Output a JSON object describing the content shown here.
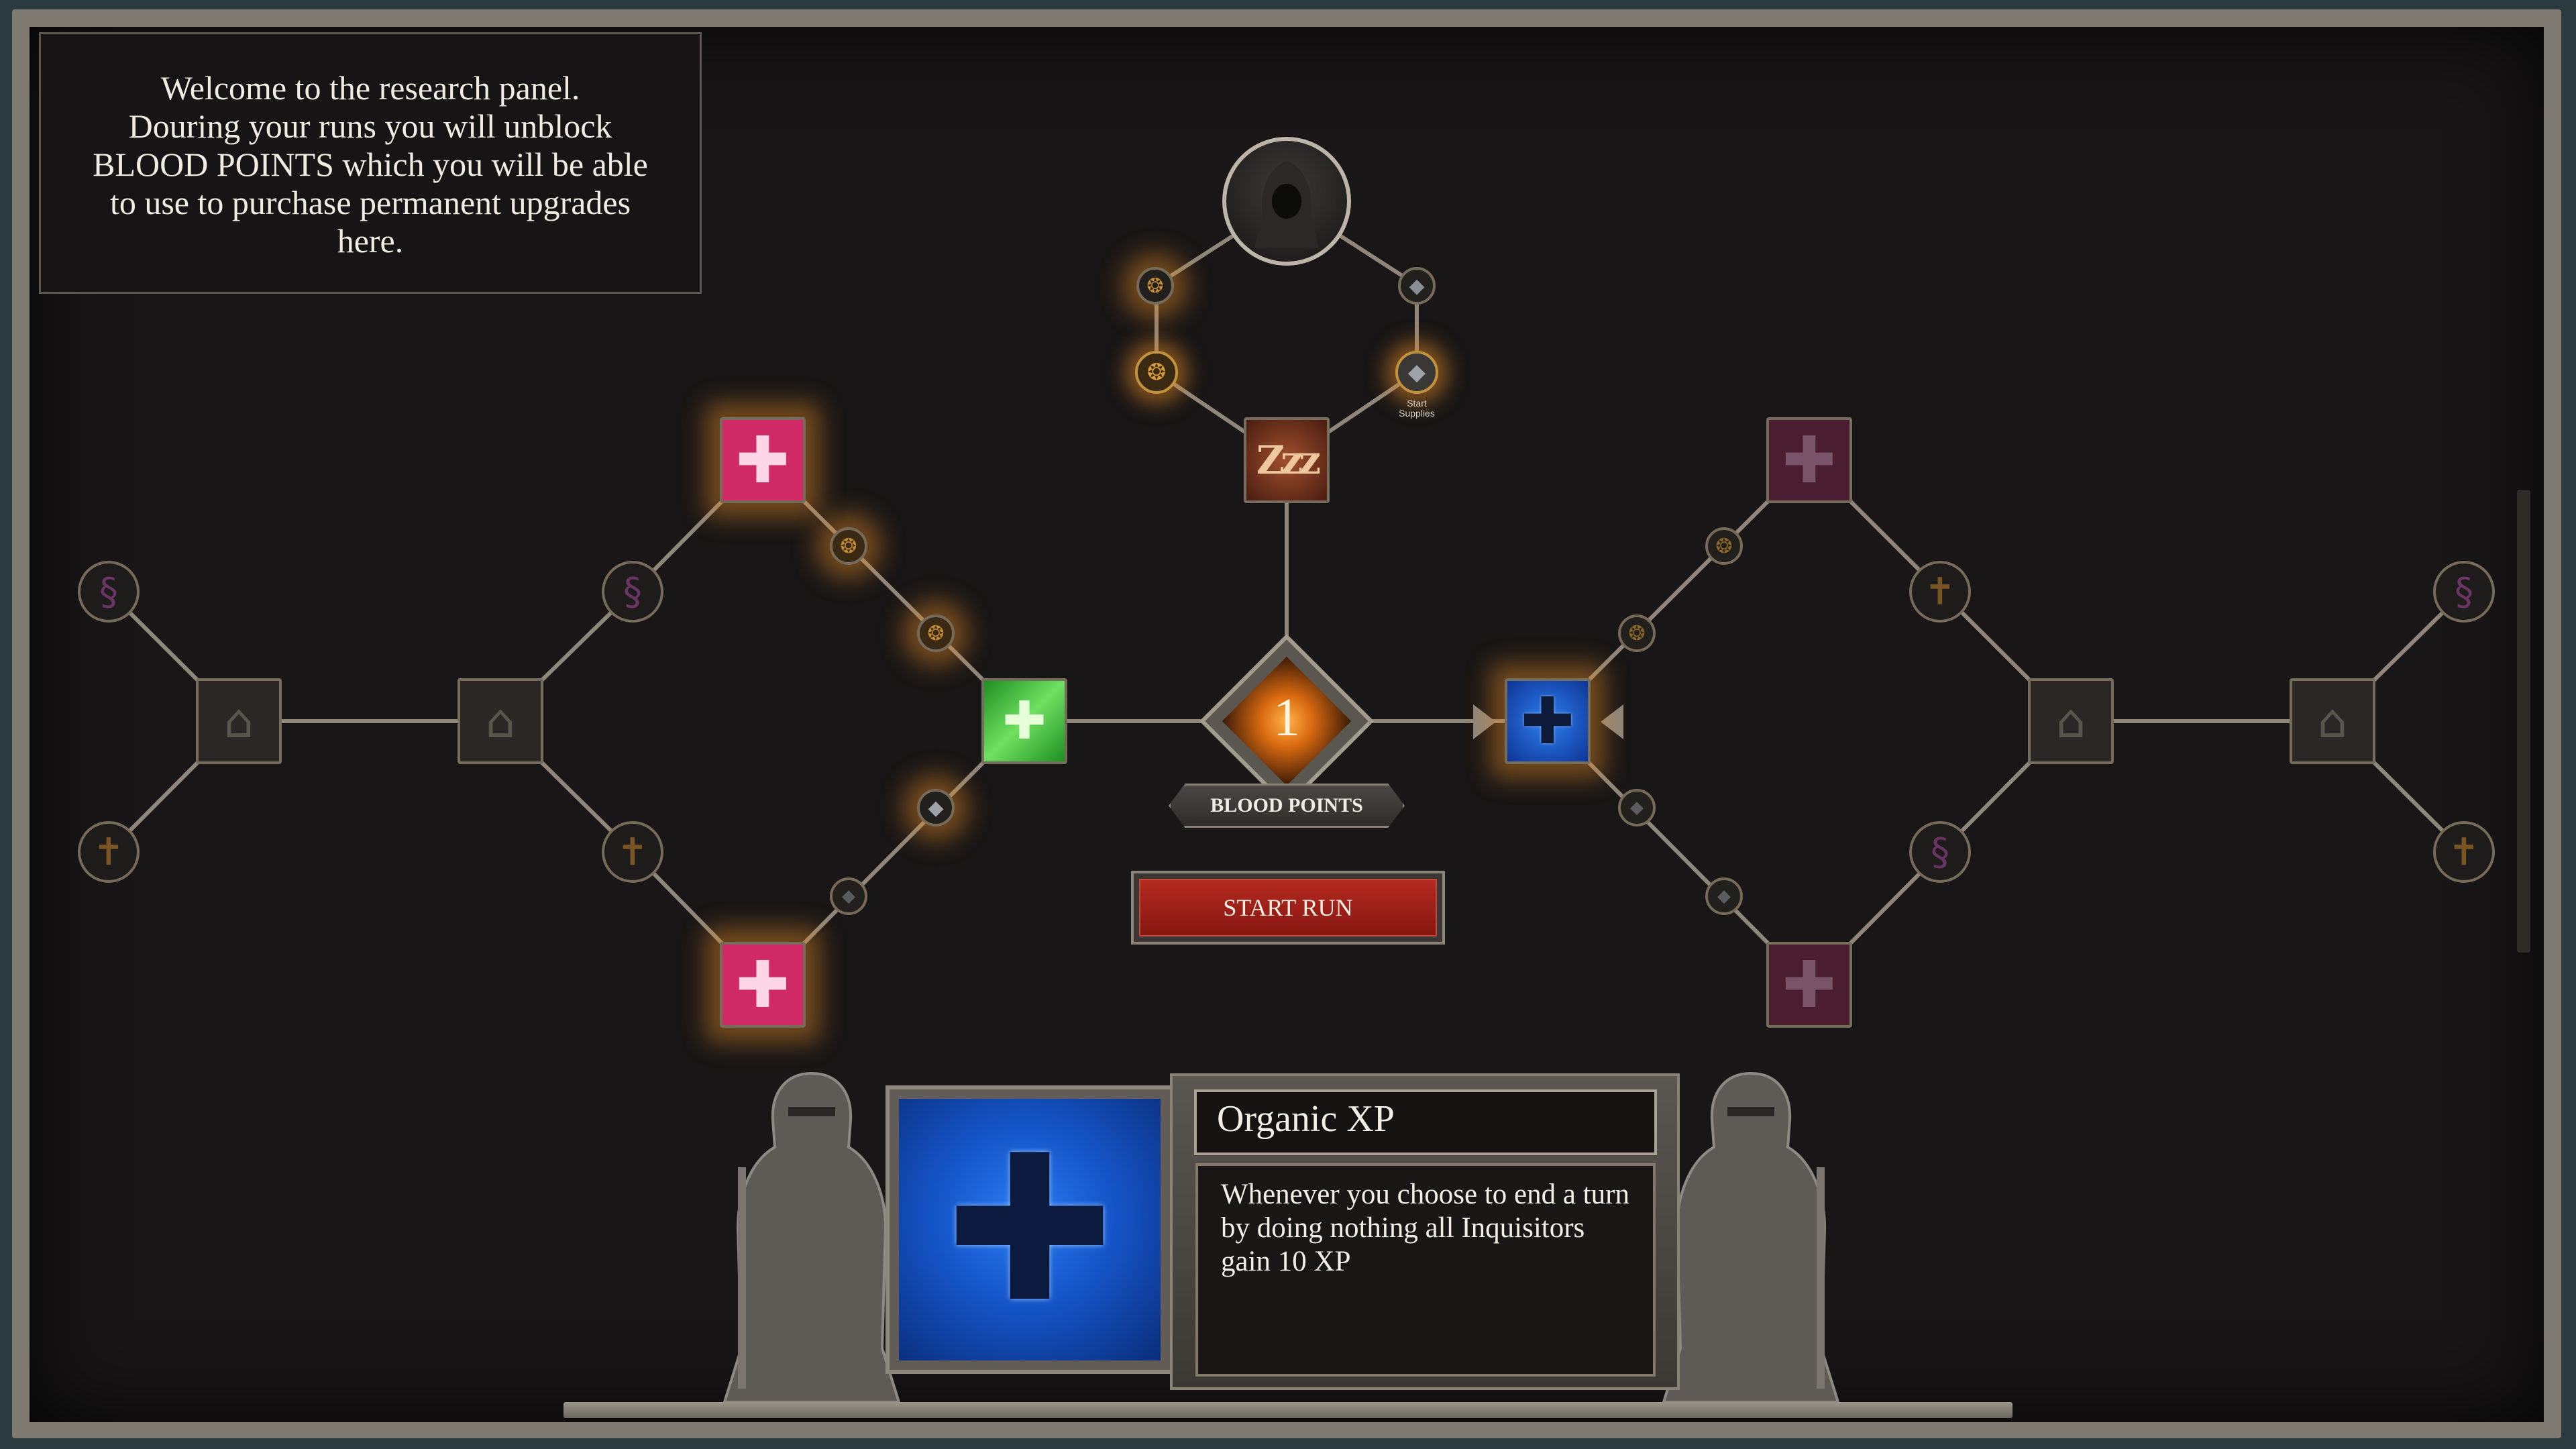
{
  "welcome": {
    "lines": [
      "Welcome to the research panel.",
      "Douring your runs you will unblock",
      "BLOOD POINTS which you will be able",
      "to use to purchase permanent upgrades",
      "here."
    ]
  },
  "blood_points": {
    "value": "1",
    "label": "BLOOD POINTS"
  },
  "start_button": {
    "label": "START RUN"
  },
  "supplies_node": {
    "label_line1": "Start",
    "label_line2": "Supplies"
  },
  "selected_upgrade": {
    "name": "Organic XP",
    "description": "Whenever you choose to end a turn by doing nothing all Inquisitors gain 10 XP"
  },
  "colors": {
    "glow": "#e88a2a",
    "start_button": "#a8241b",
    "accent_blue": "#1d5fd6",
    "health_pink": "#e0336e",
    "green": "#2fae32"
  },
  "icons": [
    "hooded-figure-icon",
    "sleep-icon",
    "health-cross-icon",
    "green-cross-icon",
    "blue-cross-icon",
    "building-icon",
    "tentacle-icon",
    "cross-grave-icon",
    "coin-icon",
    "supplies-icon",
    "knight-statue-icon"
  ]
}
